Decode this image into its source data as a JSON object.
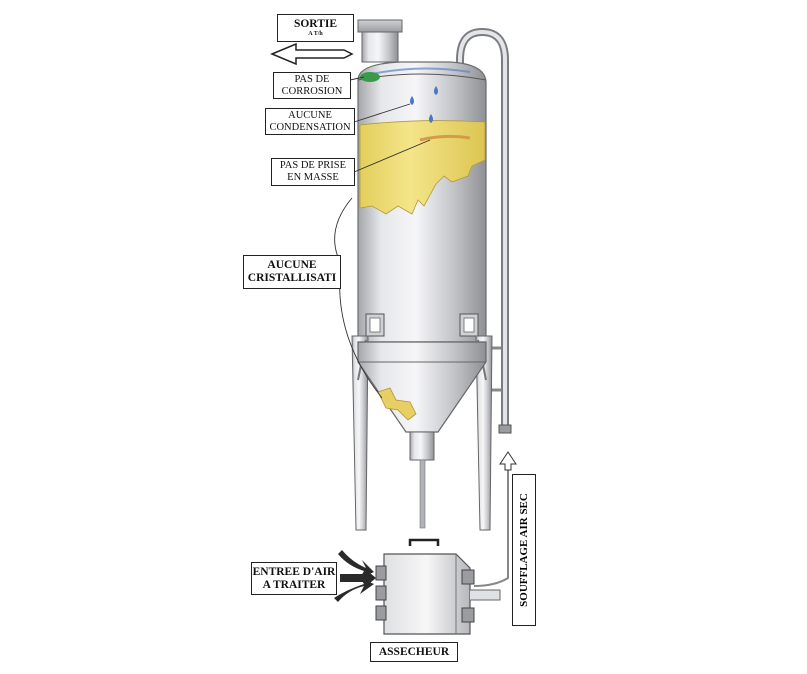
{
  "labels": {
    "sortie": "SORTIE",
    "sortie_sub": "A T/h",
    "pas_de_corrosion": [
      "PAS DE",
      "CORROSION"
    ],
    "aucune_condensation": [
      "AUCUNE",
      "CONDENSATION"
    ],
    "pas_de_prise": [
      "PAS DE PRISE",
      "EN MASSE"
    ],
    "aucune_cristallisation": [
      "AUCUNE",
      "CRISTALLISATI"
    ],
    "entree_air": [
      "ENTREE D'AIR",
      "A TRAITER"
    ],
    "soufflage_air_sec": "SOUFFLAGE AIR SEC",
    "assecheur": "ASSECHEUR"
  },
  "colors": {
    "steel_light": "#e8e8ea",
    "steel_dark": "#8e9094",
    "product_yellow": "#ecd96a",
    "corrosion_green": "#3a9a4a",
    "droplet_blue": "#4a78c0",
    "crust_orange": "#d79a4a",
    "arrow_dark": "#2a2a2a"
  },
  "icons": {
    "droplets": "droplet-icon",
    "outlet_arrow": "left-arrow-icon",
    "air_inlet_arrows": "curved-arrow-icon",
    "air_up_arrow": "up-arrow-icon"
  }
}
